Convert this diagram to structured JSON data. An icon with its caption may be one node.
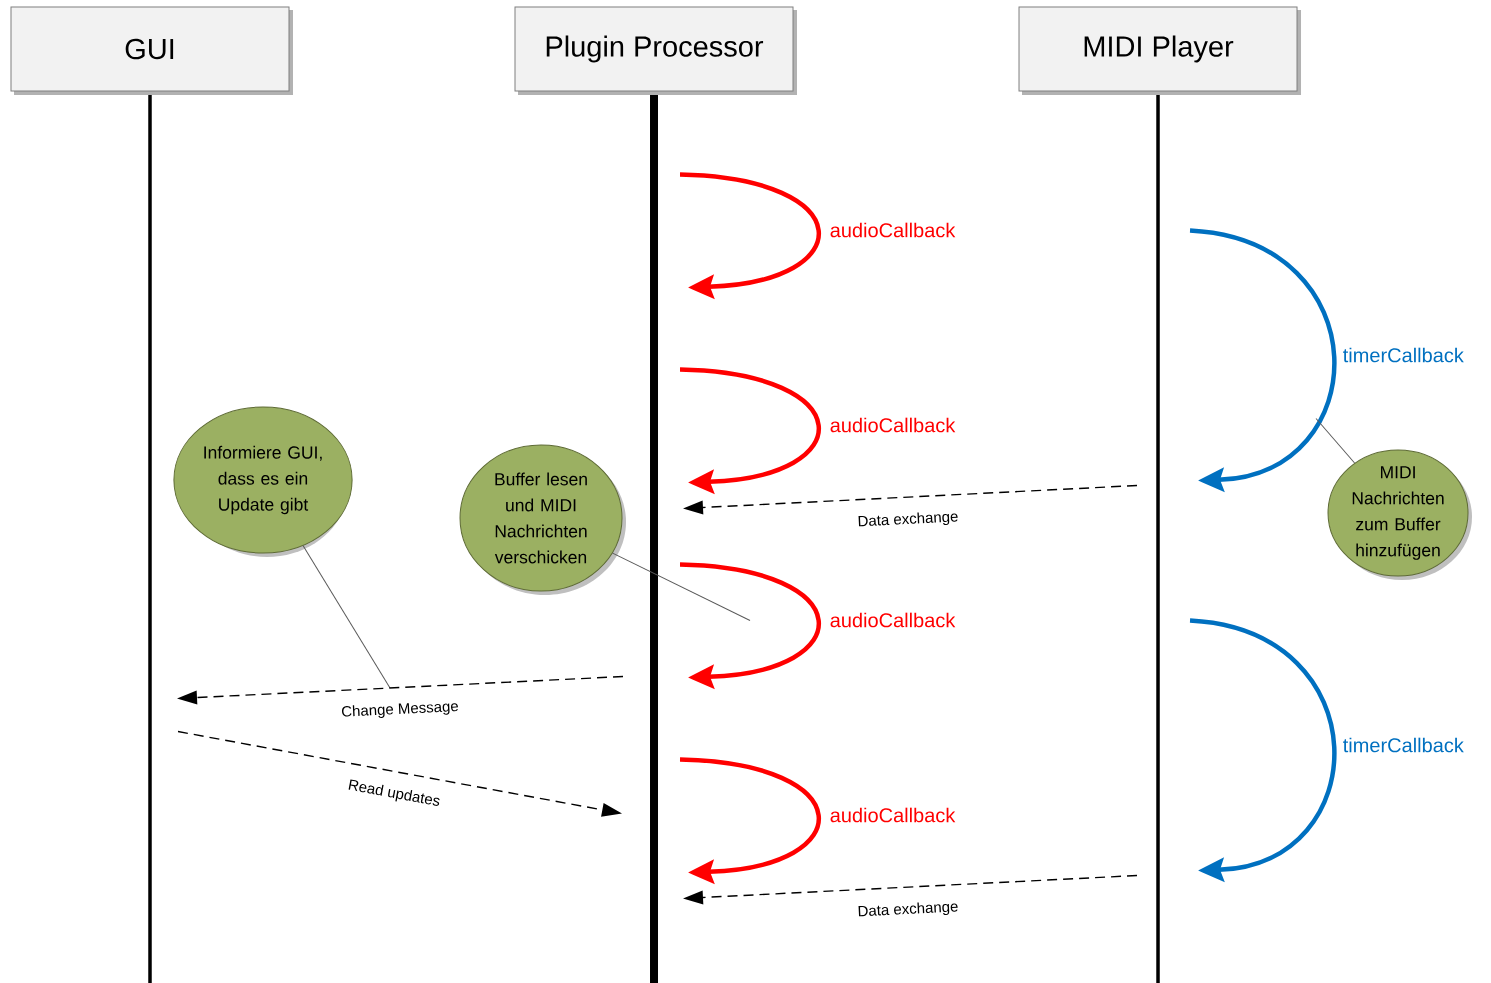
{
  "diagram": {
    "nodes": [
      {
        "text": [
          "GUI"
        ]
      },
      {
        "text": [
          "Plugin Processor"
        ]
      },
      {
        "text": [
          "MIDI Player"
        ]
      },
      {
        "text": [
          "Informiere GUI, dass es ein Update gibt"
        ]
      },
      {
        "text": [
          "Buffer lesen und MIDI Nachrichten verschicken"
        ]
      },
      {
        "text": [
          "MIDI Nachrichten zum Buffer hinzufügen"
        ]
      }
    ],
    "edges": [
      {
        "from": 1,
        "to": 1,
        "arrow": "to",
        "label": "audioCallback",
        "style": "thick",
        "color": "#ff0000"
      },
      {
        "from": 2,
        "to": 2,
        "arrow": "to",
        "label": "timerCallback",
        "style": "thick",
        "color": "#0070c0"
      },
      {
        "from": 1,
        "to": 1,
        "arrow": "to",
        "label": "audioCallback",
        "style": "thick",
        "color": "#ff0000"
      },
      {
        "from": 5,
        "to": 2,
        "arrow": "none",
        "color": "#595959"
      },
      {
        "from": 2,
        "to": 1,
        "arrow": "to",
        "label": "Data exchange",
        "style": "dashed",
        "color": "#000000"
      },
      {
        "from": 4,
        "to": 1,
        "arrow": "none",
        "color": "#595959"
      },
      {
        "from": 1,
        "to": 1,
        "arrow": "to",
        "label": "audioCallback",
        "style": "thick",
        "color": "#ff0000"
      },
      {
        "from": 2,
        "to": 2,
        "arrow": "to",
        "label": "timerCallback",
        "style": "thick",
        "color": "#0070c0"
      },
      {
        "from": 3,
        "to": null,
        "arrow": "none",
        "color": "#595959"
      },
      {
        "from": 1,
        "to": 0,
        "arrow": "to",
        "label": "Change Message",
        "style": "dashed",
        "color": "#000000"
      },
      {
        "from": 0,
        "to": 1,
        "arrow": "to",
        "label": "Read updates",
        "style": "dashed",
        "color": "#000000"
      },
      {
        "from": 1,
        "to": 1,
        "arrow": "to",
        "label": "audioCallback",
        "style": "thick",
        "color": "#ff0000"
      },
      {
        "from": 2,
        "to": 1,
        "arrow": "to",
        "label": "Data exchange",
        "style": "dashed",
        "color": "#000000"
      }
    ]
  }
}
